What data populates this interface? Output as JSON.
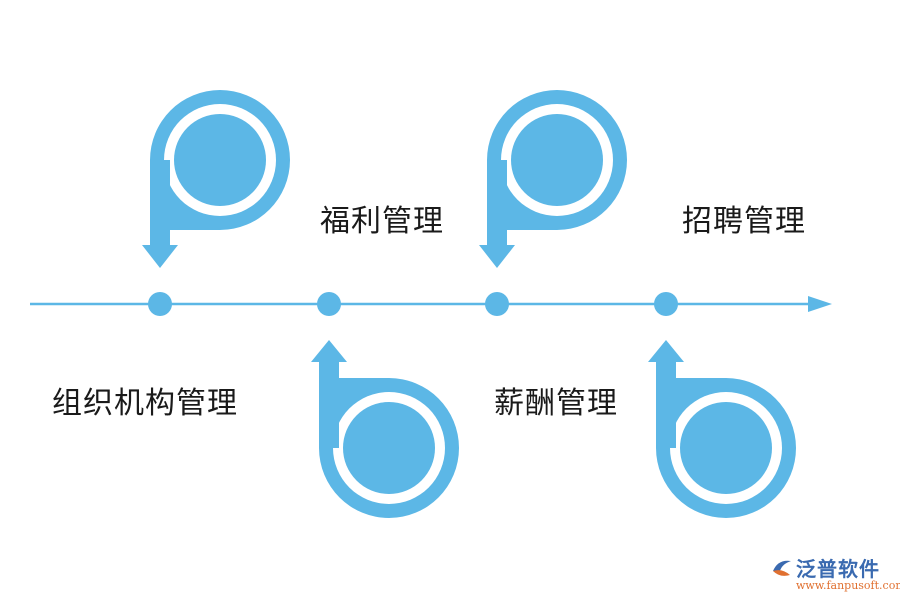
{
  "colors": {
    "accent": "#5cb7e6",
    "text": "#1a1a1a",
    "logo_blue": "#3a6ab0",
    "logo_orange": "#e07030"
  },
  "stages": [
    {
      "label": "组织机构管理",
      "icon": "p-loop-arrow-down-icon"
    },
    {
      "label": "福利管理",
      "icon": "b-loop-arrow-up-icon"
    },
    {
      "label": "薪酬管理",
      "icon": "p-loop-arrow-down-icon"
    },
    {
      "label": "招聘管理",
      "icon": "b-loop-arrow-up-icon"
    }
  ],
  "logo": {
    "name": "泛普软件",
    "url": "www.fanpusoft.com"
  }
}
